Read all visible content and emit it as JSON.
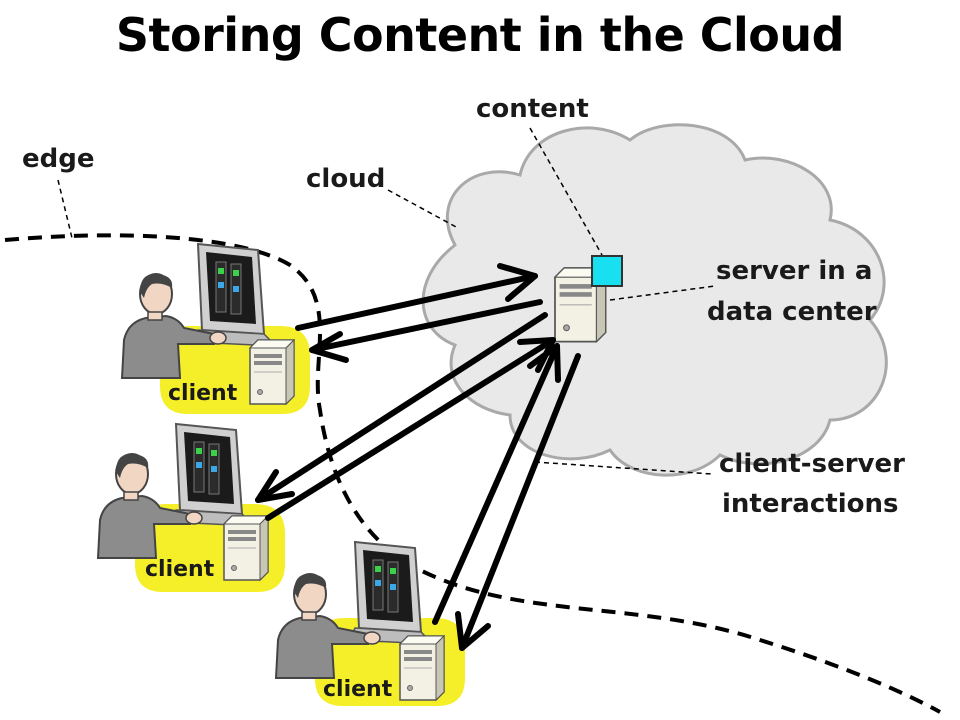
{
  "title": "Storing Content in the Cloud",
  "labels": {
    "edge": "edge",
    "cloud": "cloud",
    "content": "content",
    "server_line1": "server in a",
    "server_line2": "data center",
    "interactions_line1": "client-server",
    "interactions_line2": "interactions"
  },
  "clients": [
    {
      "label": "client"
    },
    {
      "label": "client"
    },
    {
      "label": "client"
    }
  ],
  "colors": {
    "highlight": "#f5ef2a",
    "content_box": "#19e0f0",
    "cloud_fill": "#e9e9e9",
    "cloud_stroke": "#a9a9a9",
    "person": "#8c8c8c"
  }
}
